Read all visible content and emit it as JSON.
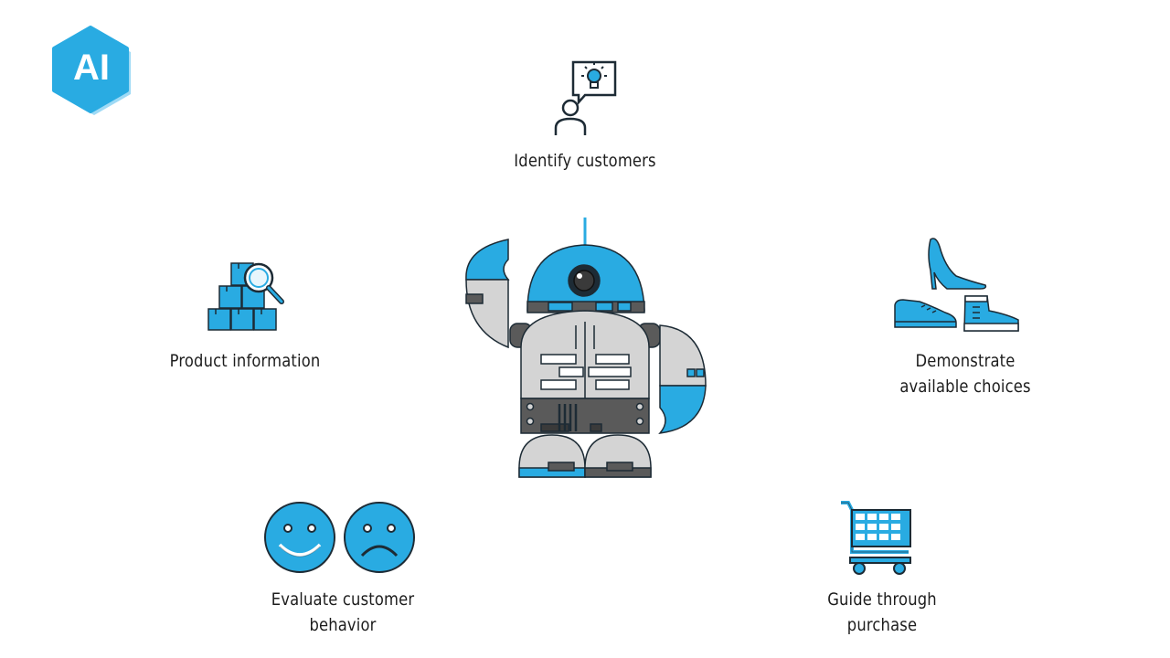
{
  "logo": {
    "text": "AI"
  },
  "center": {
    "icon": "robot-icon"
  },
  "nodes": [
    {
      "id": "identify",
      "icon": "person-idea-icon",
      "lines": [
        "Identify  customers"
      ]
    },
    {
      "id": "product",
      "icon": "boxes-magnifier-icon",
      "lines": [
        "Product information"
      ]
    },
    {
      "id": "choices",
      "icon": "shoes-icon",
      "lines": [
        "Demonstrate",
        "available choices"
      ]
    },
    {
      "id": "evaluate",
      "icon": "smiley-faces-icon",
      "lines": [
        "Evaluate customer",
        "behavior"
      ]
    },
    {
      "id": "guide",
      "icon": "shopping-cart-icon",
      "lines": [
        "Guide through",
        "purchase"
      ]
    }
  ],
  "colors": {
    "accent": "#29abe2",
    "dark": "#1d2b35",
    "grey": "#d4d4d4",
    "darkgrey": "#5a5a5a"
  }
}
